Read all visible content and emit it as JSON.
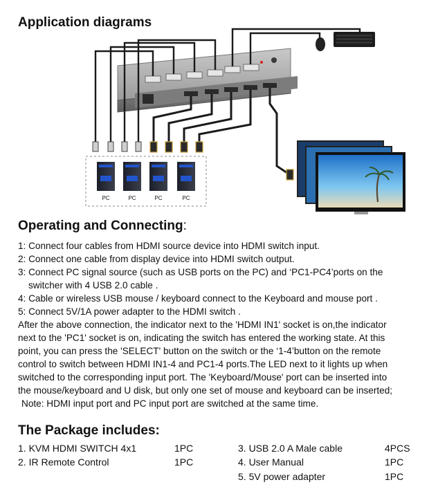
{
  "headings": {
    "diagrams": "Application diagrams",
    "operating": "Operating and Connecting",
    "operating_colon": ":",
    "package": "The Package includes:"
  },
  "diagram": {
    "pc_labels": [
      "PC",
      "PC",
      "PC",
      "PC"
    ]
  },
  "steps": [
    "1: Connect four cables from HDMI source device into HDMI switch input.",
    "2: Connect one cable from display device into HDMI switch output.",
    "3: Connect PC signal source (such as USB ports on the PC) and ‘PC1-PC4’ports on the",
    "switcher with 4 USB 2.0 cable .",
    "4: Cable or wireless USB mouse / keyboard connect  to the Keyboard and mouse port  .",
    "5: Connect 5V/1A power adapter to the HDMI switch ."
  ],
  "paragraph": [
    "After the above connection, the indicator next to the 'HDMI IN1' socket is on,the indicator",
    "next to the 'PC1' socket is on, indicating the switch has entered the working state. At this",
    "point, you can press the 'SELECT' button on the switch or the ‘1-4’button on the remote",
    "control to switch between HDMI IN1-4 and PC1-4 ports.The LED next to it lights up when",
    "switched to the corresponding input port. The 'Keyboard/Mouse' port can be inserted into",
    "the mouse/keyboard and U disk, but only one set of mouse and keyboard can be inserted;"
  ],
  "note": "Note: HDMI input port and PC input port are switched at the same time.",
  "package": [
    {
      "item": "1. KVM HDMI SWITCH 4x1",
      "qty": "1PC"
    },
    {
      "item": "2. IR Remote Control",
      "qty": "1PC"
    },
    {
      "item": "3. USB 2.0  A Male cable",
      "qty": "4PCS"
    },
    {
      "item": "4. User Manual",
      "qty": "1PC"
    },
    {
      "item": "5. 5V power adapter",
      "qty": "1PC"
    }
  ],
  "colors": {
    "switch_body": "#9a9a9a",
    "cable": "#1a1a1a",
    "pc_blue": "#2255cc",
    "sky": "#3aa8e8",
    "sand": "#e8dcc0"
  }
}
